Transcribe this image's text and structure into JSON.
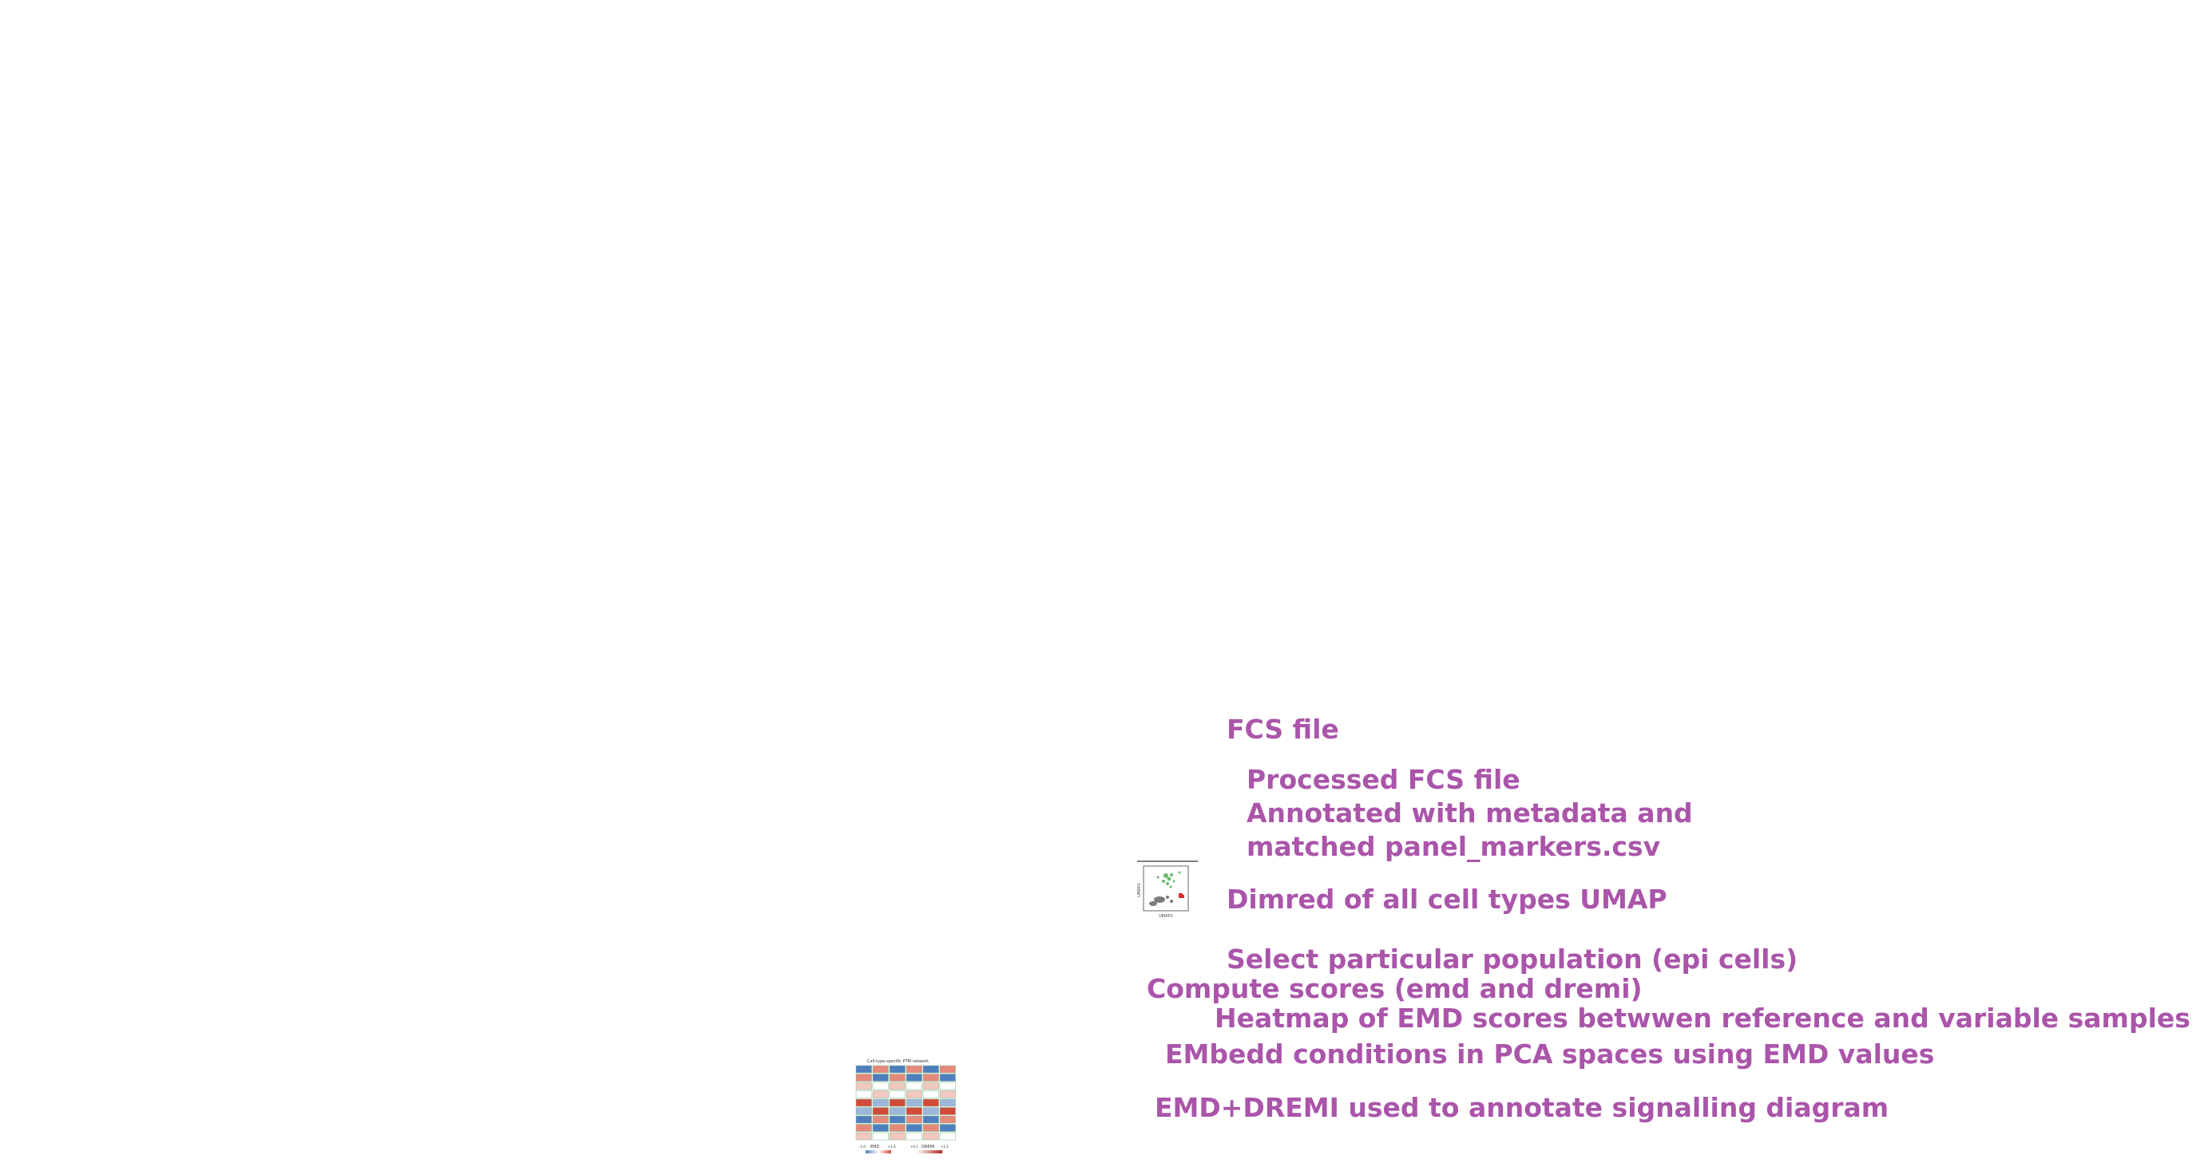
{
  "colors": {
    "step_text": "#aa55aa",
    "umap_cluster_green": "#6db86a",
    "umap_cluster_gray": "#7a7a7a",
    "umap_cluster_red": "#d62f2f",
    "heat_blue": "#4f7fbf",
    "heat_red": "#d24a3a",
    "heat_light": "#f2c8bf"
  },
  "steps": {
    "fcs_file": "FCS file",
    "processed_line1": "Processed FCS file",
    "processed_line2": "Annotated with metadata and",
    "processed_line3": "matched panel_markers.csv",
    "dimred": "Dimred of all cell types UMAP",
    "select_population": "Select particular population (epi cells)",
    "compute_scores": "Compute scores (emd and dremi)",
    "heatmap": "Heatmap of EMD scores betwwen reference and variable  samples",
    "embed": "EMbedd conditions in PCA spaces using EMD values",
    "annotate": "EMD+DREMI used to annotate signalling diagram"
  },
  "umap_thumbnail": {
    "xlabel": "UMAP1",
    "ylabel": "UMAP2",
    "icon": "umap-scatter-thumbnail"
  },
  "heatmap_thumbnail": {
    "title": "Cell-type-specific PTM network",
    "emd_legend": "EMD",
    "emd_min": "-1.6",
    "emd_max": "+1.6",
    "dremi_legend": "DREMI",
    "dremi_min": "+0.1",
    "dremi_max": "+1.2",
    "icon": "ptm-network-thumbnail"
  }
}
